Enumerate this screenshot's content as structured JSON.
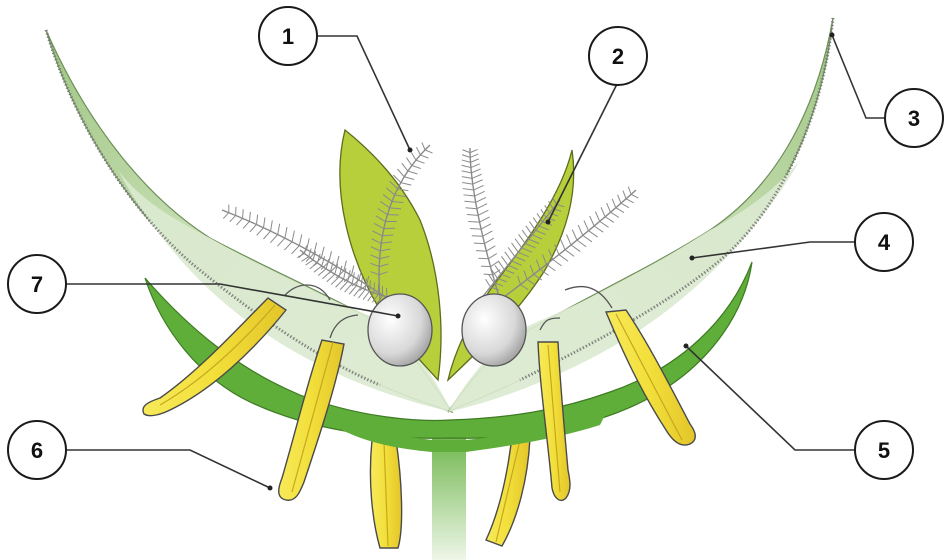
{
  "diagram": {
    "labels": [
      "1",
      "2",
      "3",
      "4",
      "5",
      "6",
      "7"
    ]
  },
  "colors": {
    "lemma_light": "#e6f0d9",
    "lemma_mid": "#a9cc8c",
    "palea": "#5fae39",
    "lodicule_stem": "#b8cf3c",
    "anther": "#f2df3a",
    "anther_edge": "#c6a71f",
    "ovary": "#dcdcdc",
    "stigma": "#8a8a8a"
  }
}
